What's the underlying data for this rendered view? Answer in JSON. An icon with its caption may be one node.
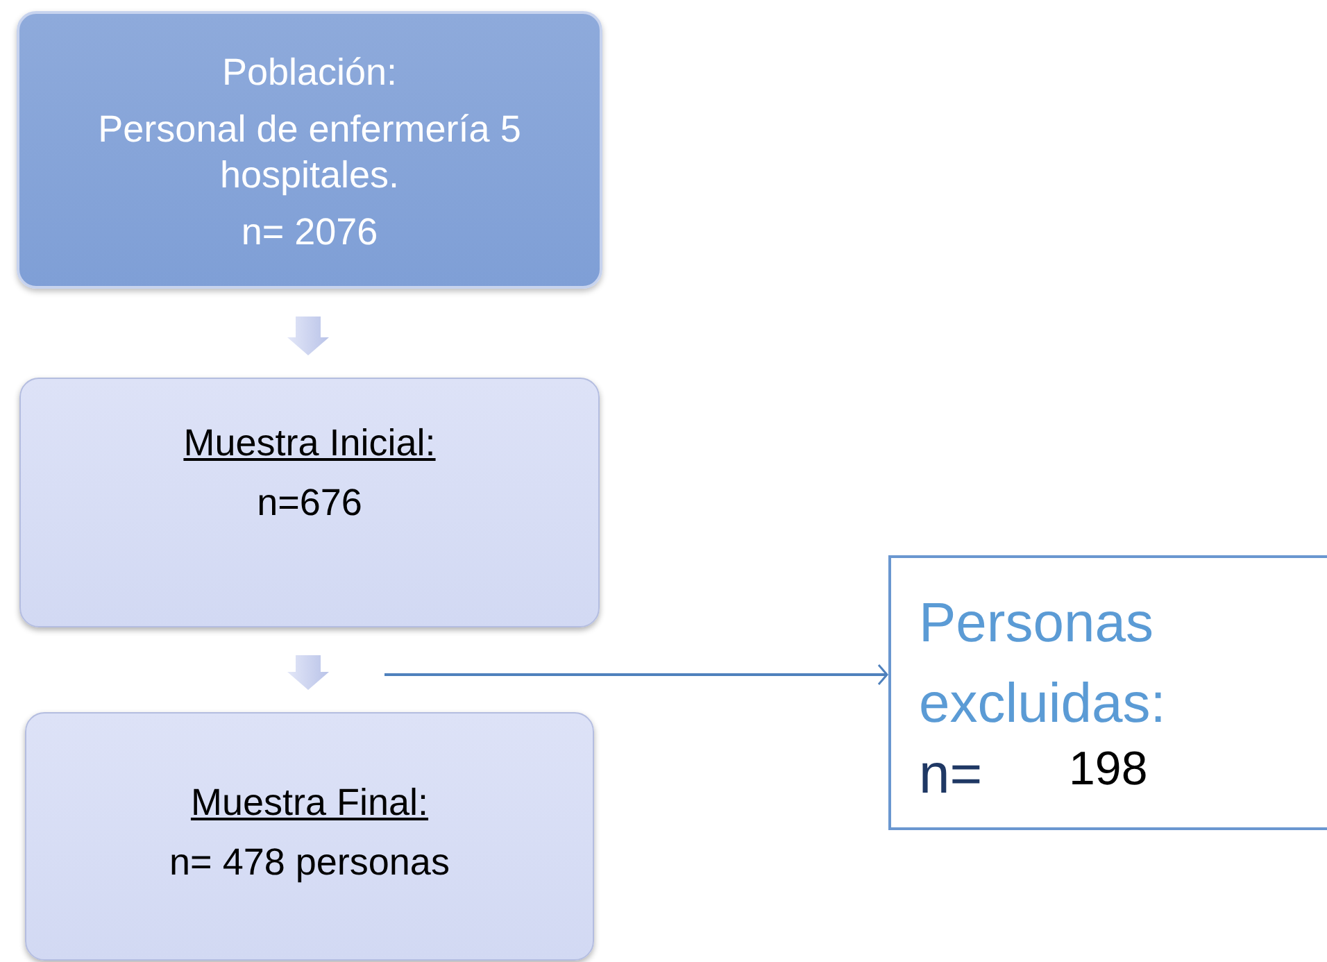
{
  "diagram": {
    "nodes": [
      {
        "text": [
          "Población:",
          "Personal de enfermería 5 hospitales.",
          "n= 2076"
        ]
      },
      {
        "text": [
          "Muestra Inicial:",
          "n=676"
        ]
      },
      {
        "text": [
          "Muestra Final:",
          "n= 478 personas"
        ]
      },
      {
        "text": [
          "Personas excluidas:",
          "n=",
          "198"
        ]
      }
    ],
    "edges": [
      {
        "from": 0,
        "to": 1,
        "arrow": "to",
        "style": "thick"
      },
      {
        "from": 1,
        "to": 2,
        "arrow": "to",
        "style": "thick"
      },
      {
        "from": null,
        "to": 3,
        "arrow": "to",
        "color": "#4f81bd"
      }
    ]
  }
}
